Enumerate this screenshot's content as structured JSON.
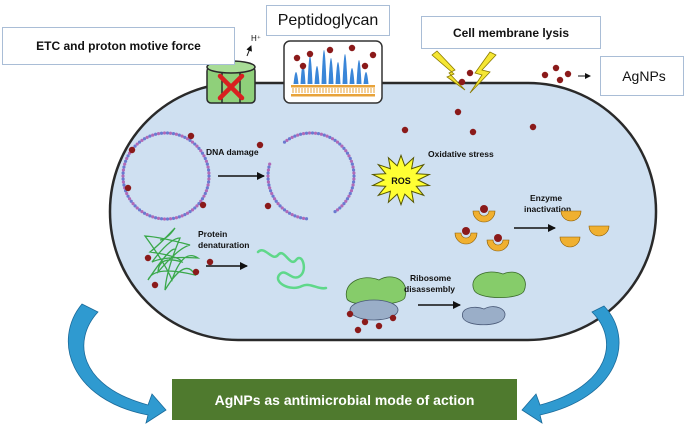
{
  "labels": {
    "etc": "ETC and proton motive force",
    "h_plus": "H⁺",
    "peptidoglycan": "Peptidoglycan",
    "lysis": "Cell membrane lysis",
    "agnps": "AgNPs",
    "dna_damage": "DNA damage",
    "oxidative_stress": "Oxidative stress",
    "ros": "ROS",
    "enzyme_line1": "Enzyme",
    "enzyme_line2": "inactivation",
    "protein_line1": "Protein",
    "protein_line2": "denaturation",
    "ribosome_line1": "Ribosome",
    "ribosome_line2": "disassembly"
  },
  "banner": {
    "text": "AgNPs as antimicrobial mode of action"
  },
  "colors": {
    "cell_fill": "#cfe0f1",
    "cell_stroke": "#2a2a2a",
    "nanoparticle": "#8b1a1a",
    "banner": "#4f7a2e",
    "channel": "#8fd07a",
    "ros_star": "#ffff33",
    "enzyme": "#f0b030",
    "ribosome_large": "#86cc6a",
    "ribosome_small": "#9aaec8",
    "arrow_blue": "#2f9ad0",
    "bolt": "#f5e633"
  }
}
